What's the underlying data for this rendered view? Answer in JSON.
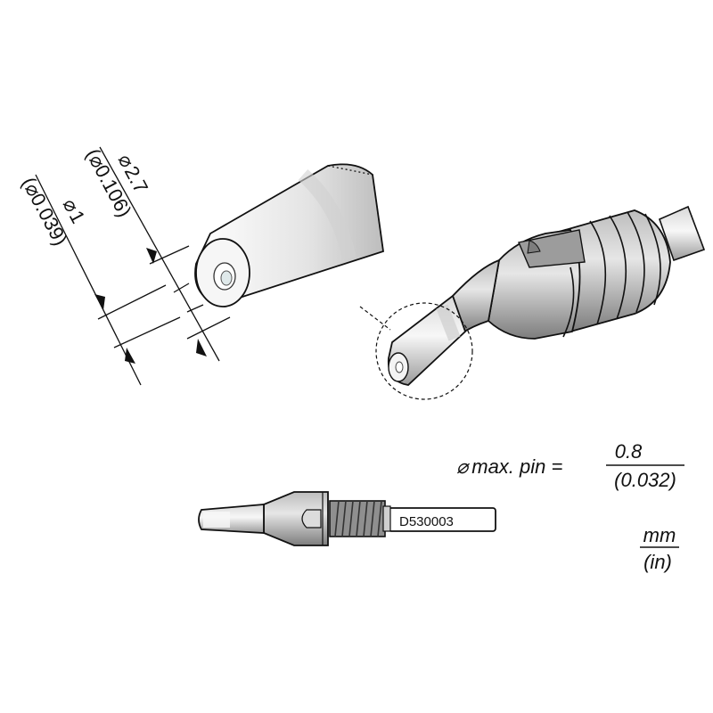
{
  "drawing": {
    "type": "technical-drawing",
    "subject": "desoldering tip",
    "colors": {
      "line": "#111111",
      "metal_light": "#f2f2f2",
      "metal_mid": "#c8c8c8",
      "metal_dark": "#8a8a8a",
      "background": "#ffffff"
    }
  },
  "dimensions": {
    "outer": {
      "symbol": "⌀",
      "value_mm": "2.7",
      "value_in": "(⌀0.106)"
    },
    "inner": {
      "symbol": "⌀",
      "value_mm": "1",
      "value_in": "(⌀0.039)"
    }
  },
  "note": {
    "prefix_symbol": "⌀",
    "label": "max. pin =",
    "numerator": "0.8",
    "denominator": "(0.032)"
  },
  "units": {
    "numerator": "mm",
    "denominator": "(in)"
  },
  "part": {
    "code": "D530003"
  },
  "icons": {
    "diameter": "diameter-icon"
  }
}
